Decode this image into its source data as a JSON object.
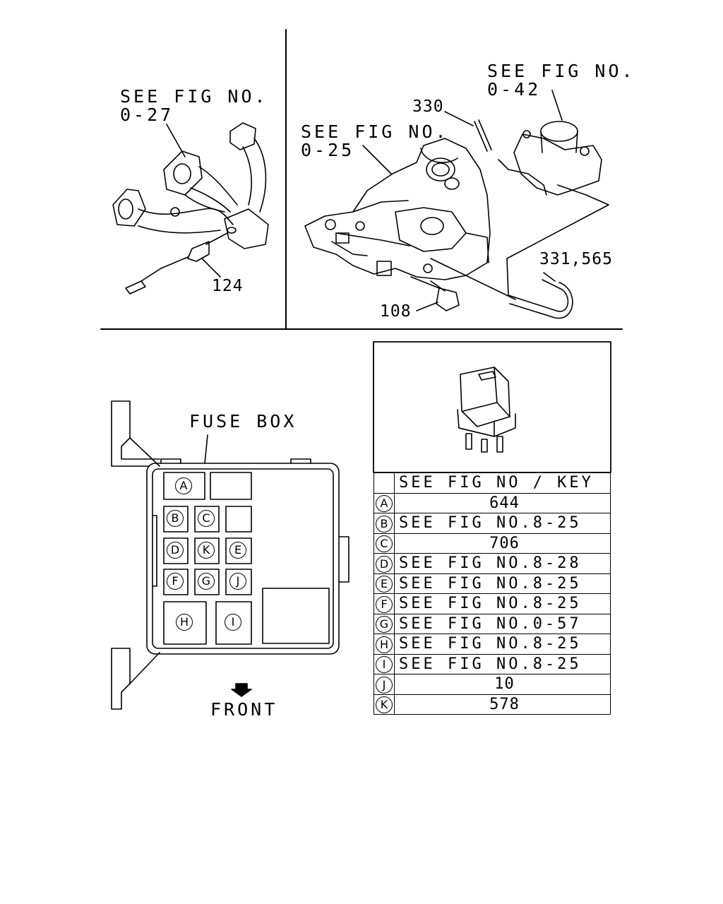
{
  "callouts": {
    "manifold_ref": [
      "SEE FIG NO.",
      "0-27"
    ],
    "intake_ref": [
      "SEE FIG NO.",
      "0-25"
    ],
    "throttle_ref": [
      "SEE FIG NO.",
      "0-42"
    ],
    "part_124": "124",
    "part_330": "330",
    "part_331_565": "331,565",
    "part_108": "108"
  },
  "fuse_box": {
    "title": "FUSE BOX",
    "front_label": "FRONT",
    "slots": [
      "A",
      "B",
      "C",
      "D",
      "K",
      "E",
      "F",
      "G",
      "J",
      "H",
      "I"
    ]
  },
  "key_table": {
    "header": "SEE FIG NO / KEY",
    "rows": [
      {
        "key": "A",
        "value": "644"
      },
      {
        "key": "B",
        "value": "SEE FIG NO.8-25"
      },
      {
        "key": "C",
        "value": "706"
      },
      {
        "key": "D",
        "value": "SEE FIG NO.8-28"
      },
      {
        "key": "E",
        "value": "SEE FIG NO.8-25"
      },
      {
        "key": "F",
        "value": "SEE FIG NO.8-25"
      },
      {
        "key": "G",
        "value": "SEE FIG NO.0-57"
      },
      {
        "key": "H",
        "value": "SEE FIG NO.8-25"
      },
      {
        "key": "I",
        "value": "SEE FIG NO.8-25"
      },
      {
        "key": "J",
        "value": "10"
      },
      {
        "key": "K",
        "value": "578"
      }
    ]
  }
}
